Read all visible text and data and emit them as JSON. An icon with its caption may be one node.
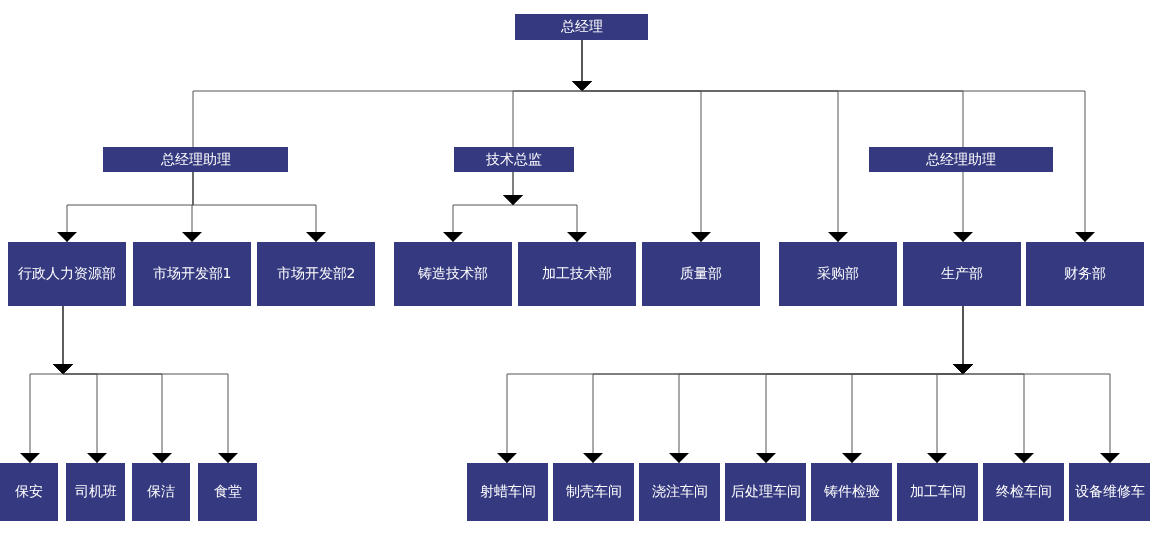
{
  "diagram": {
    "nodes": [
      {
        "text": [
          "总经理"
        ]
      },
      {
        "text": [
          "总经理助理"
        ]
      },
      {
        "text": [
          "技术总监"
        ]
      },
      {
        "text": [
          "总经理助理"
        ]
      },
      {
        "text": [
          "行政人力资源部"
        ]
      },
      {
        "text": [
          "市场开发部1"
        ]
      },
      {
        "text": [
          "市场开发部2"
        ]
      },
      {
        "text": [
          "铸造技术部"
        ]
      },
      {
        "text": [
          "加工技术部"
        ]
      },
      {
        "text": [
          "质量部"
        ]
      },
      {
        "text": [
          "采购部"
        ]
      },
      {
        "text": [
          "生产部"
        ]
      },
      {
        "text": [
          "财务部"
        ]
      },
      {
        "text": [
          "保安"
        ]
      },
      {
        "text": [
          "司机班"
        ]
      },
      {
        "text": [
          "保洁"
        ]
      },
      {
        "text": [
          "食堂"
        ]
      },
      {
        "text": [
          "射蜡车间"
        ]
      },
      {
        "text": [
          "制壳车间"
        ]
      },
      {
        "text": [
          "浇注车间"
        ]
      },
      {
        "text": [
          "后处理车间"
        ]
      },
      {
        "text": [
          "铸件检验"
        ]
      },
      {
        "text": [
          "加工车间"
        ]
      },
      {
        "text": [
          "终检车间"
        ]
      },
      {
        "text": [
          "设备维修车"
        ]
      }
    ],
    "edges": [
      {
        "from": 0,
        "to": 1,
        "arrow": "none"
      },
      {
        "from": 0,
        "to": 2,
        "arrow": "none"
      },
      {
        "from": 0,
        "to": 9,
        "arrow": "to"
      },
      {
        "from": 0,
        "to": 10,
        "arrow": "to"
      },
      {
        "from": 0,
        "to": 3,
        "arrow": "none"
      },
      {
        "from": 0,
        "to": 12,
        "arrow": "to"
      },
      {
        "from": 1,
        "to": 4,
        "arrow": "to"
      },
      {
        "from": 1,
        "to": 5,
        "arrow": "to"
      },
      {
        "from": 1,
        "to": 6,
        "arrow": "to"
      },
      {
        "from": 2,
        "to": 7,
        "arrow": "to"
      },
      {
        "from": 2,
        "to": 8,
        "arrow": "to"
      },
      {
        "from": 3,
        "to": 11,
        "arrow": "to"
      },
      {
        "from": 4,
        "to": 13,
        "arrow": "to"
      },
      {
        "from": 4,
        "to": 14,
        "arrow": "to"
      },
      {
        "from": 4,
        "to": 15,
        "arrow": "to"
      },
      {
        "from": 4,
        "to": 16,
        "arrow": "to"
      },
      {
        "from": 11,
        "to": 17,
        "arrow": "to"
      },
      {
        "from": 11,
        "to": 18,
        "arrow": "to"
      },
      {
        "from": 11,
        "to": 19,
        "arrow": "to"
      },
      {
        "from": 11,
        "to": 20,
        "arrow": "to"
      },
      {
        "from": 11,
        "to": 21,
        "arrow": "to"
      },
      {
        "from": 11,
        "to": 22,
        "arrow": "to"
      },
      {
        "from": 11,
        "to": 23,
        "arrow": "to"
      },
      {
        "from": 11,
        "to": 24,
        "arrow": "to"
      }
    ]
  }
}
